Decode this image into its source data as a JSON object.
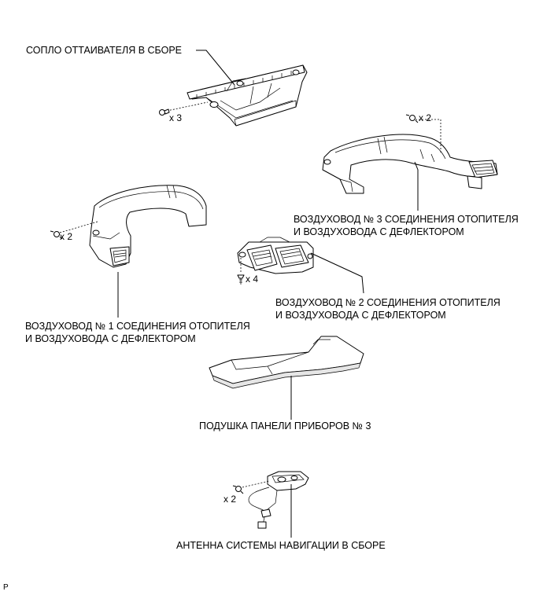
{
  "labels": {
    "defroster_nozzle": "СОПЛО ОТТАИВАТЕЛЯ В СБОРЕ",
    "duct3_line1": "ВОЗДУХОВОД № 3 СОЕДИНЕНИЯ ОТОПИТЕЛЯ",
    "duct3_line2": "И ВОЗДУХОВОДА С ДЕФЛЕКТОРОМ",
    "duct2_line1": "ВОЗДУХОВОД № 2 СОЕДИНЕНИЯ ОТОПИТЕЛЯ",
    "duct2_line2": "И ВОЗДУХОВОДА С ДЕФЛЕКТОРОМ",
    "duct1_line1": "ВОЗДУХОВОД № 1 СОЕДИНЕНИЯ ОТОПИТЕЛЯ",
    "duct1_line2": "И ВОЗДУХОВОДА С ДЕФЛЕКТОРОМ",
    "pad": "ПОДУШКА ПАНЕЛИ ПРИБОРОВ № 3",
    "antenna": "АНТЕННА СИСТЕМЫ НАВИГАЦИИ В СБОРЕ"
  },
  "quantities": {
    "nozzle_screws": "x 3",
    "duct3_screws": "x 2",
    "duct1_screws": "x 2",
    "duct2_screws": "x 4",
    "antenna_screws": "x 2"
  },
  "corner_mark": "P",
  "icons": [
    "screw-icon",
    "clip-icon"
  ]
}
